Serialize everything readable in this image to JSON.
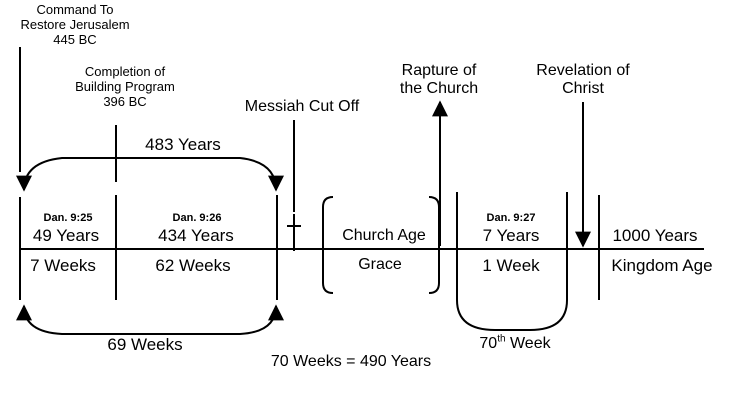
{
  "labels": {
    "command": [
      "Command To",
      "Restore Jerusalem",
      "445 BC"
    ],
    "completion": [
      "Completion of",
      "Building Program",
      "396 BC"
    ],
    "messiah": "Messiah Cut Off",
    "rapture": [
      "Rapture of",
      "the Church"
    ],
    "revelation": [
      "Revelation of",
      "Christ"
    ],
    "years_483": "483 Years",
    "dan_925": "Dan. 9:25",
    "years_49": "49 Years",
    "weeks_7": "7 Weeks",
    "dan_926": "Dan. 9:26",
    "years_434": "434 Years",
    "weeks_62": "62 Weeks",
    "church_age": "Church Age",
    "grace": "Grace",
    "dan_927": "Dan. 9:27",
    "years_7": "7 Years",
    "week_1": "1 Week",
    "years_1000": "1000 Years",
    "kingdom_age": "Kingdom Age",
    "weeks_69": "69 Weeks",
    "seventieth_num": "70",
    "seventieth_sup": "th",
    "seventieth_word": "Week",
    "total": "70 Weeks = 490 Years"
  }
}
